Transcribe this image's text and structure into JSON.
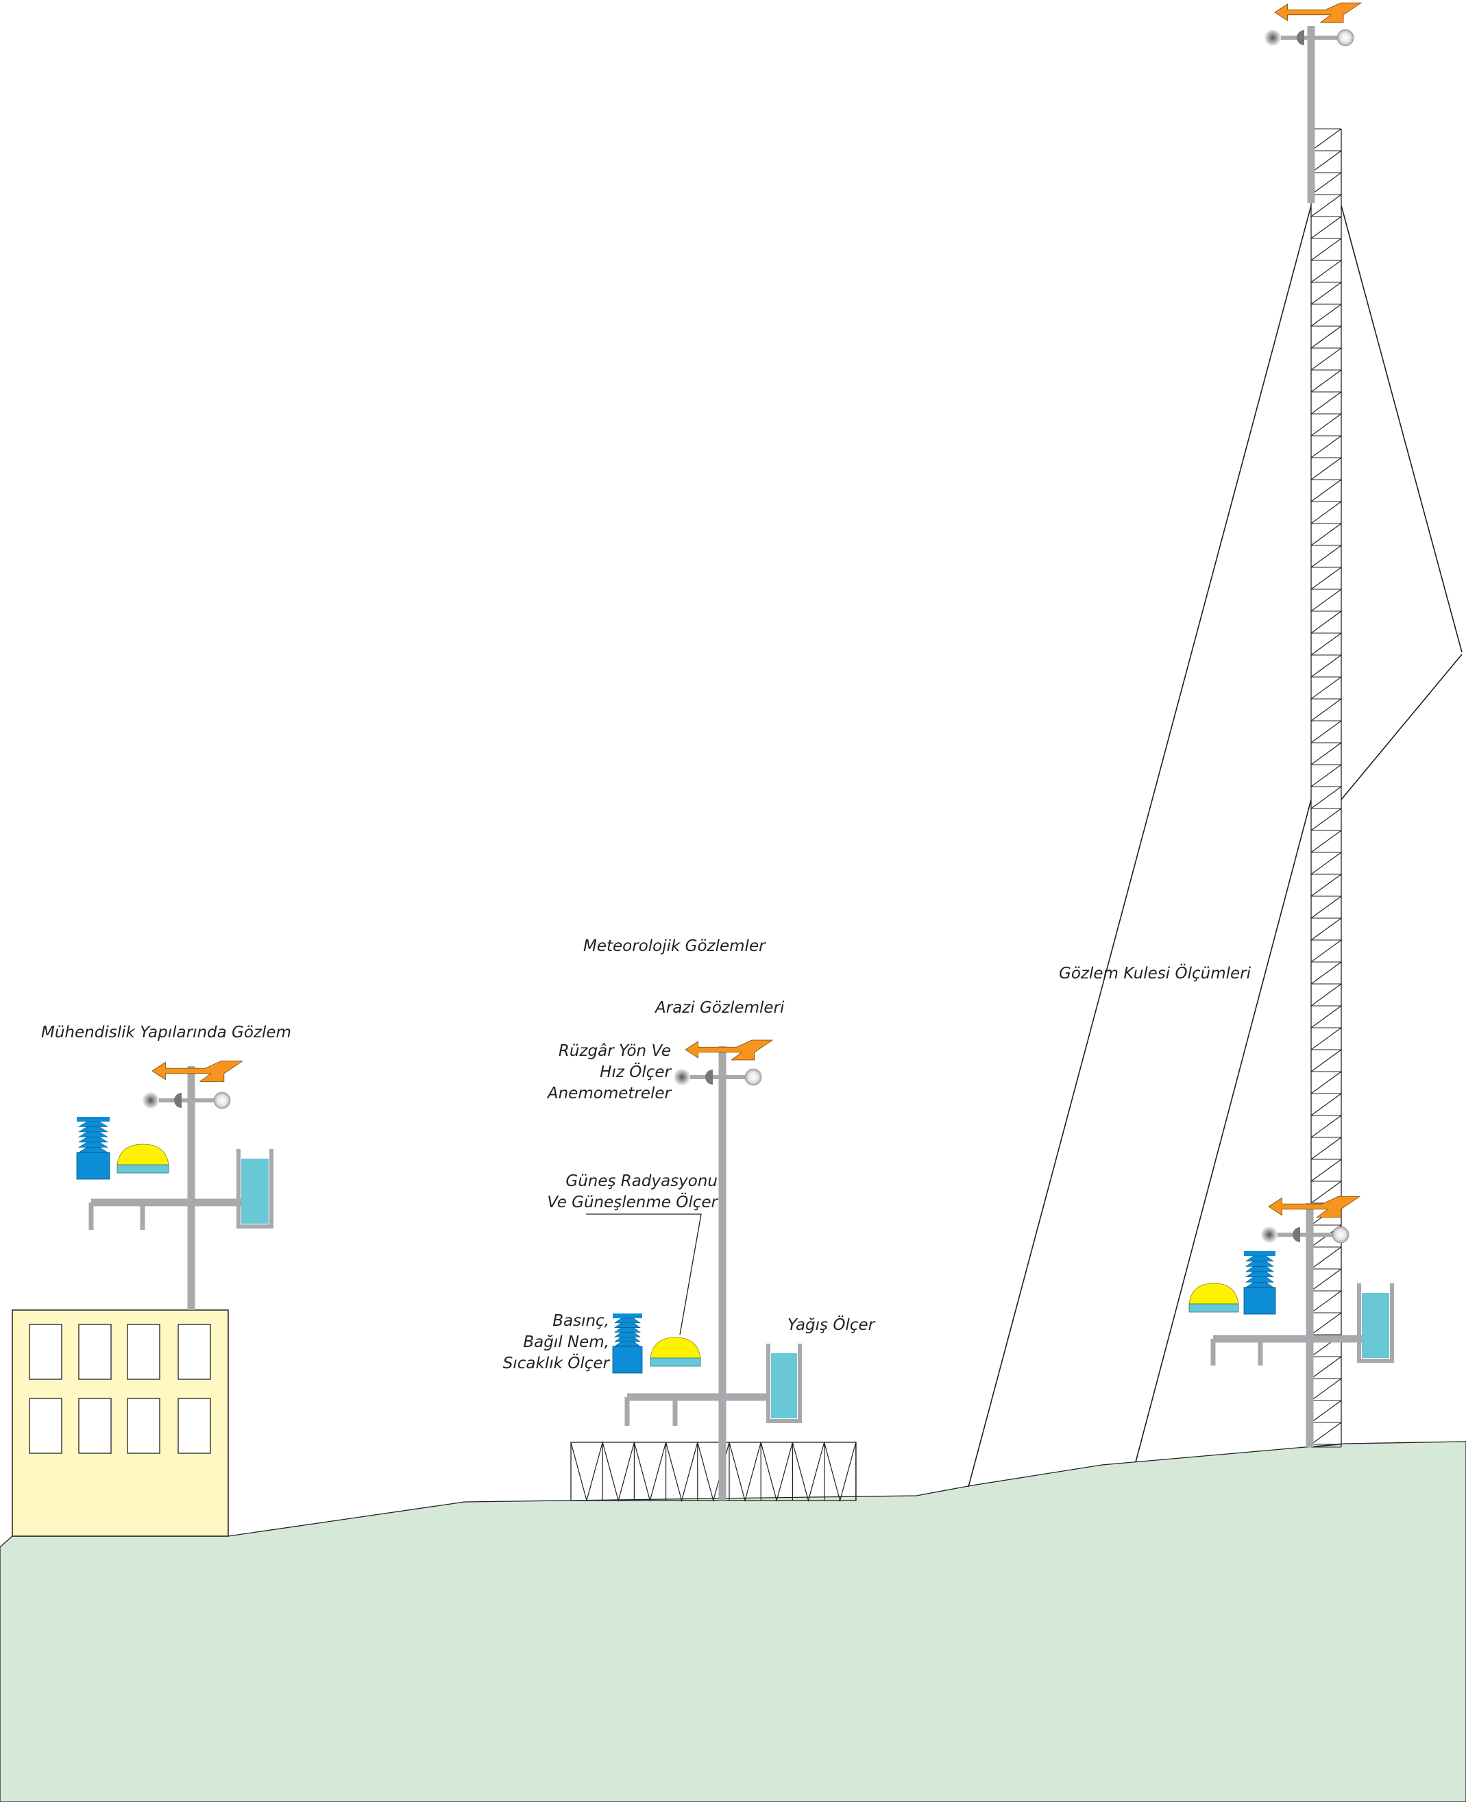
{
  "labels": {
    "main_title": "Meteorolojik Gözlemler",
    "engineering": "Mühendislik Yapılarında Gözlem",
    "field": "Arazi Gözlemleri",
    "tower": "Gözlem Kulesi Ölçümleri",
    "wind_line1": "Rüzgâr Yön Ve",
    "wind_line2": "Hız Ölçer",
    "wind_line3": "Anemometreler",
    "solar_line1": "Güneş Radyasyonu",
    "solar_line2": "Ve Güneşlenme Ölçer",
    "pht_line1": "Basınç,",
    "pht_line2": "Bağıl Nem,",
    "pht_line3": "Sıcaklık Ölçer",
    "rain": "Yağış Ölçer"
  },
  "colors": {
    "ground": "#d6e9d8",
    "building": "#fff8c2",
    "pole": "#a7a9ac",
    "vane": "#f7941d",
    "thermo": "#0b8ed6",
    "solar_dome": "#fff200",
    "solar_base": "#68c8d6",
    "water": "#68c8d6",
    "ink": "#231f20"
  },
  "icons": {
    "wind_vane": "wind-vane-icon",
    "anemometer": "anemometer-icon",
    "thermo_hygrometer": "thermo-hygrometer-icon",
    "solar_sensor": "solar-sensor-icon",
    "rain_gauge": "rain-gauge-icon"
  }
}
